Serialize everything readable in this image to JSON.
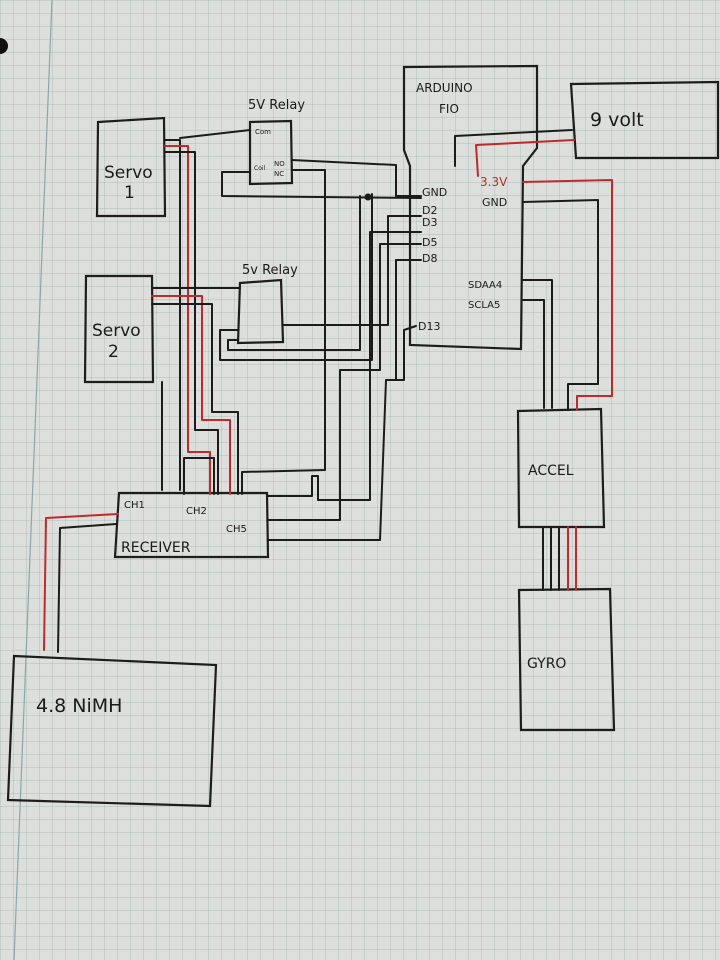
{
  "components": {
    "servo1": {
      "line1": "Servo",
      "line2": "1"
    },
    "servo2": {
      "line1": "Servo",
      "line2": "2"
    },
    "relay1": {
      "label": "5V Relay",
      "pin_com": "Com",
      "pin_coil": "Coil",
      "pin_no": "NO",
      "pin_nc": "NC"
    },
    "relay2": {
      "label": "5v Relay"
    },
    "arduino": {
      "line1": "ARDUINO",
      "line2": "FIO"
    },
    "battery9v": {
      "label": "9 volt"
    },
    "receiver": {
      "label": "RECEIVER",
      "ch1": "CH1",
      "ch2": "CH2",
      "ch5": "CH5"
    },
    "nimh": {
      "label": "4.8 NiMH"
    },
    "accel": {
      "label": "ACCEL"
    },
    "gyro": {
      "label": "GYRO"
    }
  },
  "pins": {
    "left": [
      "GND",
      "D2",
      "D3",
      "D5",
      "D8",
      "D13"
    ],
    "right": [
      "3.3V",
      "GND",
      "SDAA4",
      "SCLA5"
    ]
  },
  "colors": {
    "wire_black": "#1b1b1b",
    "wire_red": "#c02a2a"
  }
}
